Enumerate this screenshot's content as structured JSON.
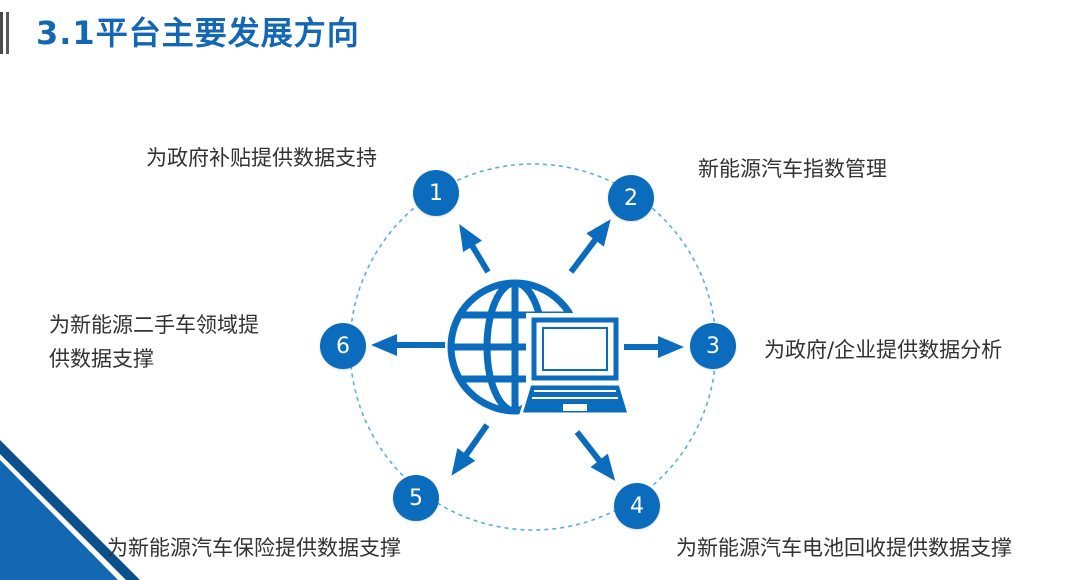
{
  "title": "3.1平台主要发展方向",
  "colors": {
    "accent": "#1467b2",
    "node": "#0b6cbe",
    "ring": "#5aaee6",
    "text": "#333333",
    "title_bar": "#5a5a5a"
  },
  "center_icon": "globe-laptop-icon",
  "nodes": [
    {
      "number": "1",
      "label": "为政府补贴提供数据支持"
    },
    {
      "number": "2",
      "label": "新能源汽车指数管理"
    },
    {
      "number": "3",
      "label": "为政府/企业提供数据分析"
    },
    {
      "number": "4",
      "label": "为新能源汽车电池回收提供数据支撑"
    },
    {
      "number": "5",
      "label": "为新能源汽车保险提供数据支撑"
    },
    {
      "number": "6",
      "label_line1": "为新能源二手车领域提",
      "label_line2": "供数据支撑"
    }
  ]
}
